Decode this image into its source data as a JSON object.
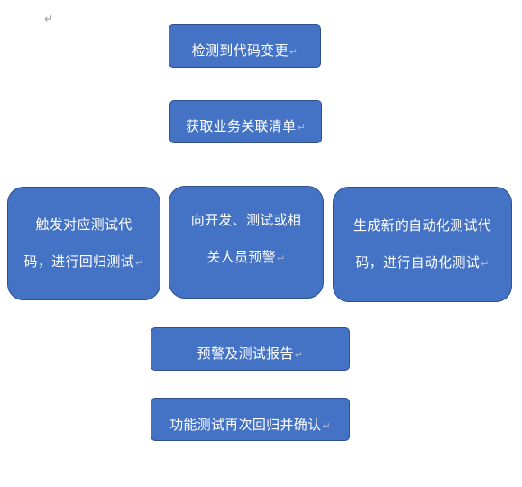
{
  "paragraph_mark": "↵",
  "flow": {
    "detect": {
      "lines": [
        "检测到代码变更"
      ]
    },
    "list": {
      "lines": [
        "获取业务关联清单"
      ]
    },
    "trigger": {
      "lines": [
        "触发对应测试代",
        "码，进行回归测试"
      ]
    },
    "warn": {
      "lines": [
        "向开发、测试或相",
        "关人员预警"
      ]
    },
    "generate": {
      "lines": [
        "生成新的自动化测试代",
        "码，进行自动化测试"
      ]
    },
    "report": {
      "lines": [
        "预警及测试报告"
      ]
    },
    "confirm": {
      "lines": [
        "功能测试再次回归并确认"
      ]
    }
  },
  "colors": {
    "box_fill": "#4472c4",
    "box_border": "#2f4f8f",
    "text": "#ffffff"
  }
}
